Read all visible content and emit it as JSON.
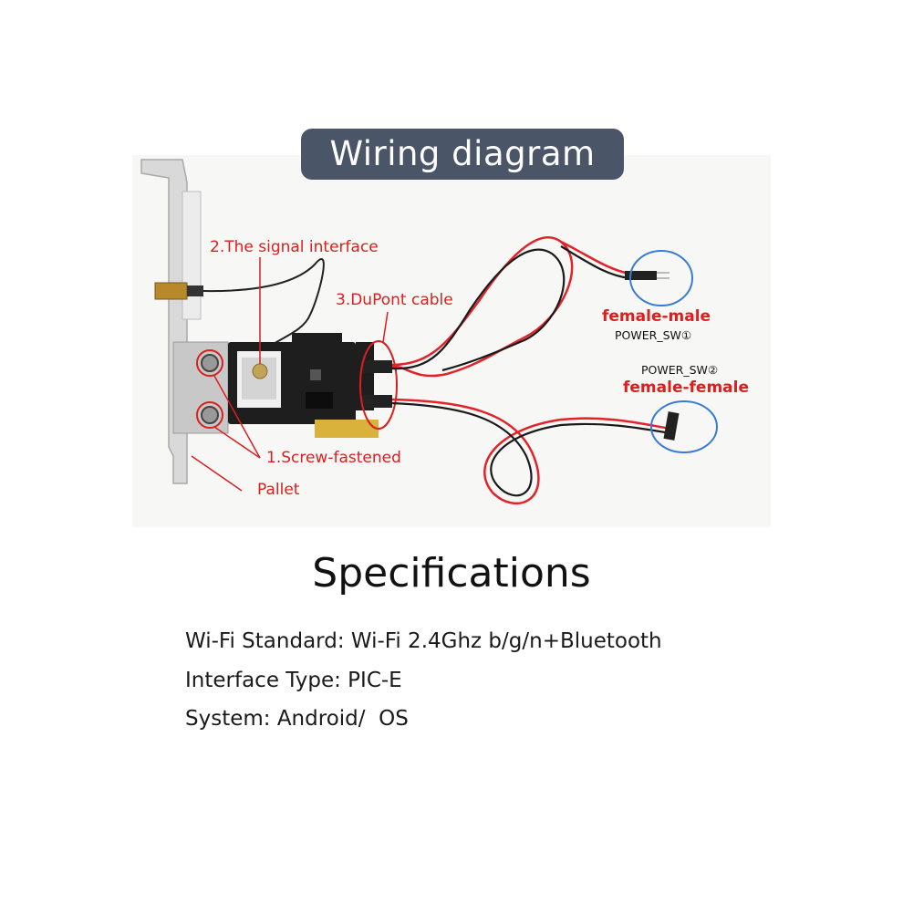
{
  "banner": {
    "title": "Wiring diagram"
  },
  "diagram": {
    "labels": {
      "signal_interface": "2.The signal interface",
      "dupont_cable": "3.DuPont cable",
      "female_male": "female-male",
      "power_sw1": "POWER_SW①",
      "power_sw2": "POWER_SW②",
      "female_female": "female-female",
      "screw_fastened": "1.Screw-fastened",
      "pallet": "Pallet"
    },
    "colors": {
      "annotation_red": "#d9201f",
      "highlight_blue": "#3a7bd5",
      "pcb": "#1e1e1e",
      "bracket": "#dcdcdc"
    }
  },
  "specs": {
    "title": "Specifications",
    "lines": [
      "Wi-Fi Standard: Wi-Fi 2.4Ghz b/g/n+Bluetooth",
      "Interface Type: PIC-E",
      "System: Android/  OS"
    ]
  }
}
